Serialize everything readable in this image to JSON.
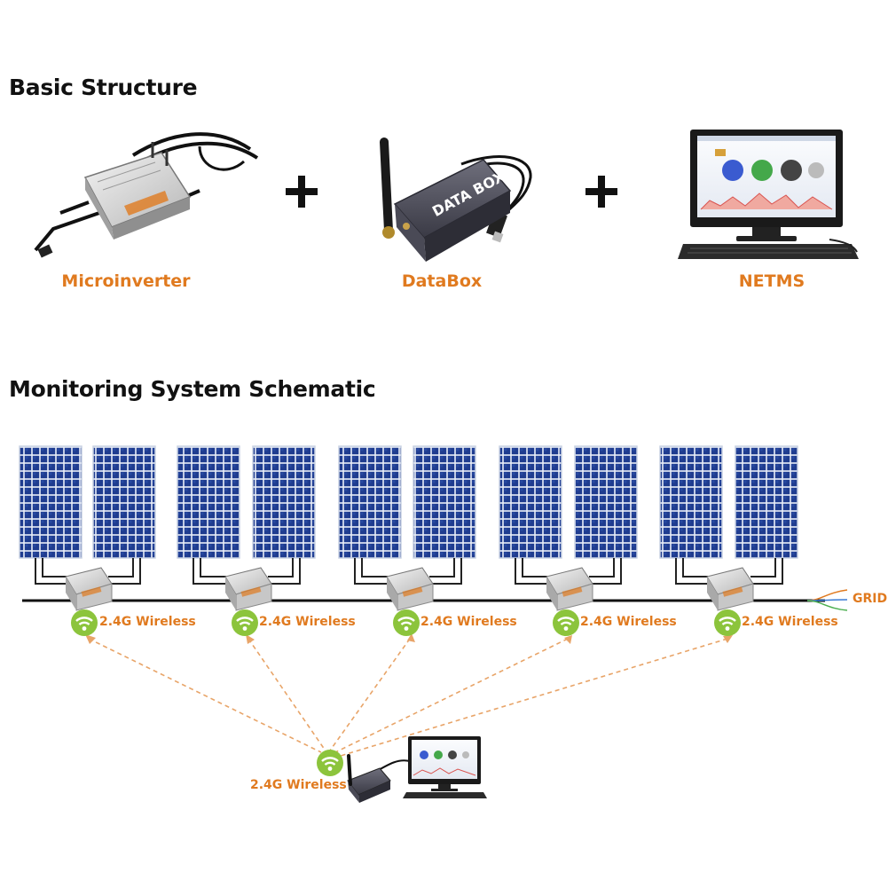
{
  "colors": {
    "accent": "#e07a1f",
    "wifi": "#8cc43c",
    "panel": "#1d3a8a",
    "link": "#e8a468"
  },
  "sections": {
    "basic_structure": "Basic Structure",
    "schematic": "Monitoring System Schematic"
  },
  "products": [
    {
      "label": "Microinverter"
    },
    {
      "label": "DataBox"
    },
    {
      "label": "NETMS"
    }
  ],
  "databox_text": "DATA BOX",
  "schematic": {
    "wireless_label": "2.4G Wireless",
    "grid_label": "GRID",
    "inverter_count": 5
  }
}
